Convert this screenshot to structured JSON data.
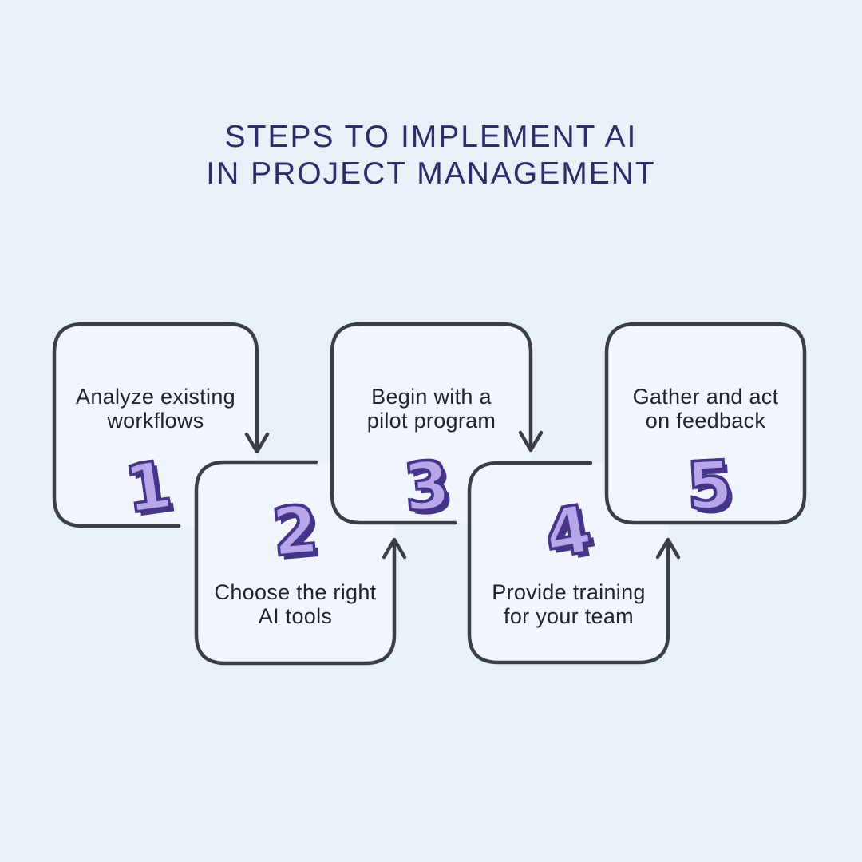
{
  "title": {
    "line1": "STEPS TO IMPLEMENT AI",
    "line2": "IN PROJECT MANAGEMENT"
  },
  "steps": [
    {
      "number": "1",
      "lines": [
        "Analyze existing",
        "workflows"
      ]
    },
    {
      "number": "2",
      "lines": [
        "Choose the right",
        "AI tools"
      ]
    },
    {
      "number": "3",
      "lines": [
        "Begin with a",
        "pilot program"
      ]
    },
    {
      "number": "4",
      "lines": [
        "Provide training",
        "for your team"
      ]
    },
    {
      "number": "5",
      "lines": [
        "Gather and act",
        "on feedback"
      ]
    }
  ],
  "colors": {
    "background": "#e8f1f7",
    "box_fill": "#f0f6fb",
    "outline_stroke": "#3b3e45",
    "title_text": "#2e2c6a",
    "body_text": "#20242c",
    "number_fill": "#b7a6ea",
    "number_outline": "#443588"
  }
}
